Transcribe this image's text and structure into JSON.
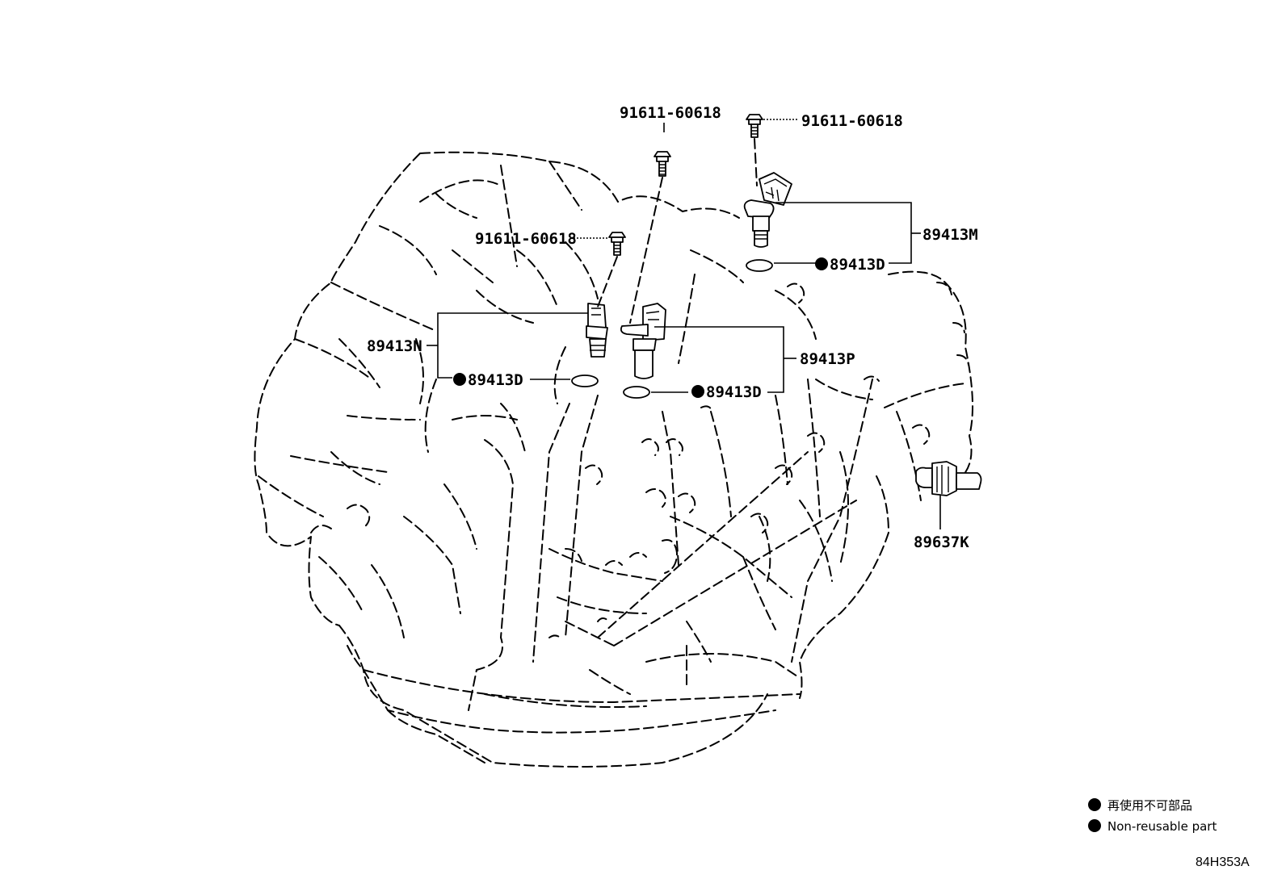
{
  "labels": {
    "bolt_top_center": "91611-60618",
    "bolt_top_right": "91611-60618",
    "bolt_left": "91611-60618",
    "sensor_m": "89413M",
    "oring_m": "89413D",
    "sensor_n": "89413N",
    "oring_n": "89413D",
    "sensor_p": "89413P",
    "oring_p": "89413D",
    "switch_k": "89637K"
  },
  "legend": {
    "line1": "再使用不可部品",
    "line2": "Non-reusable part"
  },
  "illustration_code": "84H353A"
}
